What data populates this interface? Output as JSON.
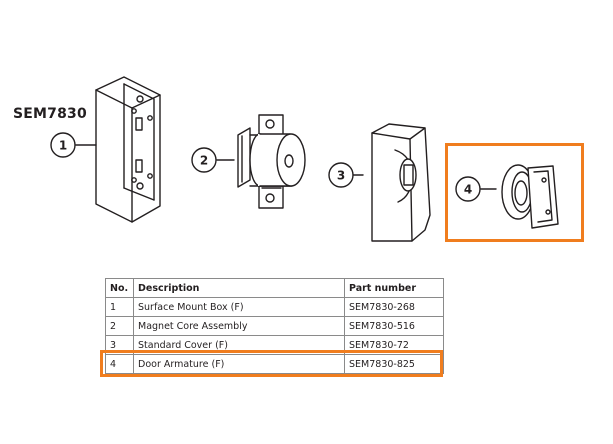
{
  "model": "SEM7830",
  "callouts": [
    "1",
    "2",
    "3",
    "4"
  ],
  "table": {
    "headers": [
      "No.",
      "Description",
      "Part number"
    ],
    "rows": [
      {
        "no": "1",
        "description": "Surface Mount Box (F)",
        "part": "SEM7830-268"
      },
      {
        "no": "2",
        "description": "Magnet Core Assembly",
        "part": "SEM7830-516"
      },
      {
        "no": "3",
        "description": "Standard Cover (F)",
        "part": "SEM7830-72"
      },
      {
        "no": "4",
        "description": "Door Armature (F)",
        "part": "SEM7830-825"
      }
    ]
  },
  "highlight_color": "#f07d1e",
  "line_color": "#231f20",
  "highlighted_item": "4"
}
